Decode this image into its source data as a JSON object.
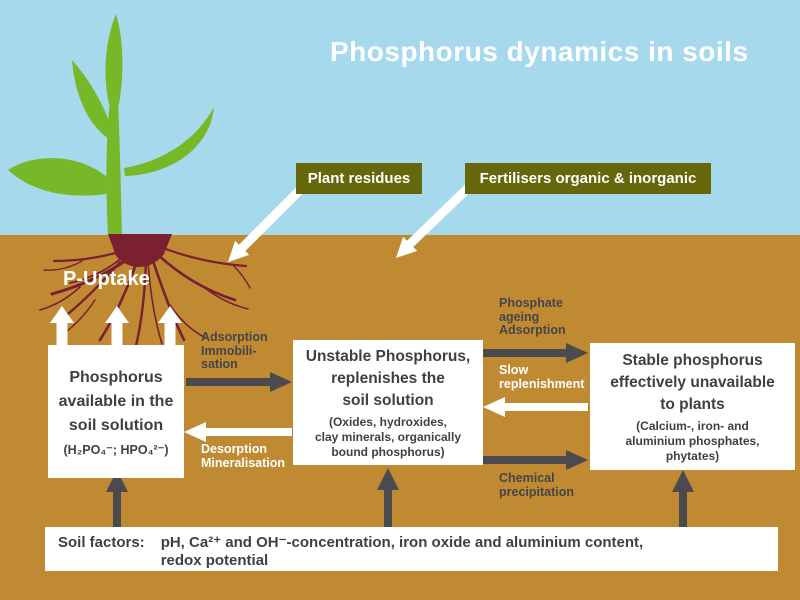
{
  "title": "Phosphorus dynamics in soils",
  "surface_inputs": {
    "plant_residues": "Plant residues",
    "fertilisers": "Fertilisers organic & inorganic"
  },
  "p_uptake_label": "P-Uptake",
  "pools": {
    "available": {
      "lines": [
        "Phosphorus",
        "available in the",
        "soil solution"
      ],
      "formula": "(H₂PO₄⁻; HPO₄²⁻)"
    },
    "unstable": {
      "lines": [
        "Unstable Phosphorus,",
        "replenishes the",
        "soil solution"
      ],
      "detail": [
        "(Oxides, hydroxides,",
        "clay minerals, organically",
        "bound phosphorus)"
      ]
    },
    "stable": {
      "lines": [
        "Stable phosphorus",
        "effectively unavailable",
        "to plants"
      ],
      "detail": [
        "(Calcium-, iron- and",
        "aluminium phosphates,",
        "phytates)"
      ]
    }
  },
  "processes": {
    "adsorption_immobilisation": [
      "Adsorption",
      "Immobili-",
      "sation"
    ],
    "desorption_mineralisation": [
      "Desorption",
      "Mineralisation"
    ],
    "phosphate_ageing": [
      "Phosphate",
      "ageing",
      "Adsorption"
    ],
    "slow_replenishment": [
      "Slow",
      "replenishment"
    ],
    "chemical_precipitation": [
      "Chemical",
      "precipitation"
    ]
  },
  "soil_factors": {
    "label": "Soil factors:",
    "lines": [
      "pH, Ca²⁺ and OH⁻-concentration, iron oxide and aluminium content,",
      "redox potential"
    ]
  },
  "colors": {
    "sky": "#a7d9ed",
    "soil": "#c08a33",
    "label_box_olive": "#66660a",
    "plant_green": "#77b829",
    "roots_maroon": "#7a2030",
    "arrow_dark": "#4a4a4f",
    "text_dark": "#3f3f45",
    "white": "#ffffff"
  }
}
